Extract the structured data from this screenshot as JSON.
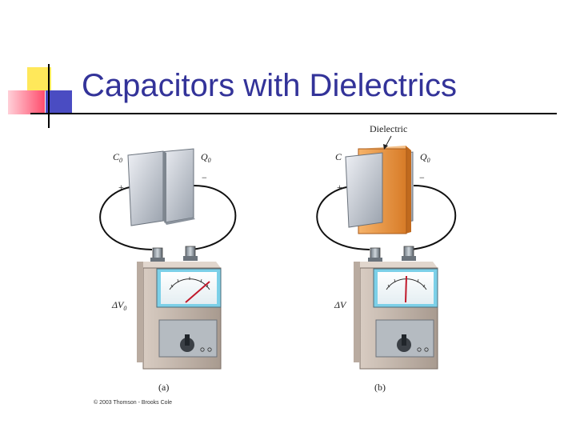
{
  "slide": {
    "title": "Capacitors with Dielectrics",
    "colors": {
      "title": "#333399",
      "accent_yellow": "#ffe85a",
      "accent_red": "#ff4d6d",
      "accent_blue": "#4a4cc2"
    }
  },
  "figure": {
    "panel_a": {
      "capacitance_label": "C",
      "capacitance_sub": "0",
      "charge_label": "Q",
      "charge_sub": "0",
      "plus_sign": "+",
      "minus_sign": "−",
      "voltage_label": "ΔV",
      "voltage_sub": "0",
      "caption": "(a)"
    },
    "panel_b": {
      "dielectric_label": "Dielectric",
      "capacitance_label": "C",
      "charge_label": "Q",
      "charge_sub": "0",
      "plus_sign": "+",
      "minus_sign": "−",
      "voltage_label": "ΔV",
      "caption": "(b)"
    },
    "copyright": "© 2003 Thomson - Brooks Cole",
    "colors": {
      "dielectric": "#e8953a",
      "meter_body": "#c7b8ad",
      "needle": "#c0182a",
      "meter_face": "#7cd0e8"
    }
  }
}
